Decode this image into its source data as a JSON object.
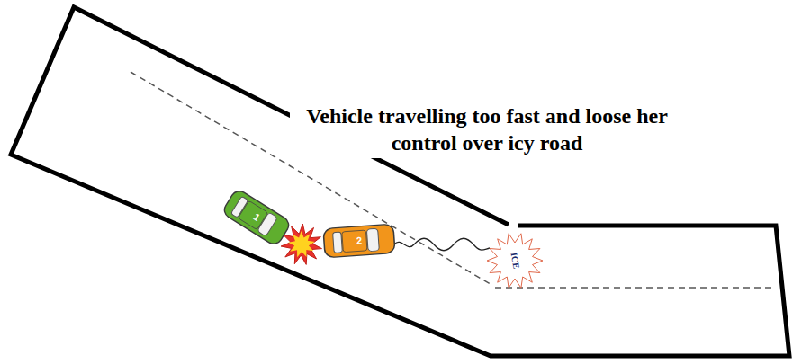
{
  "diagram": {
    "nodes": [
      {
        "text": [
          "1"
        ]
      },
      {
        "text": [
          "2"
        ]
      },
      {
        "text": [
          "ICE"
        ]
      }
    ],
    "labels": [
      "Vehicle travelling too fast and loose her control over icy road"
    ]
  }
}
